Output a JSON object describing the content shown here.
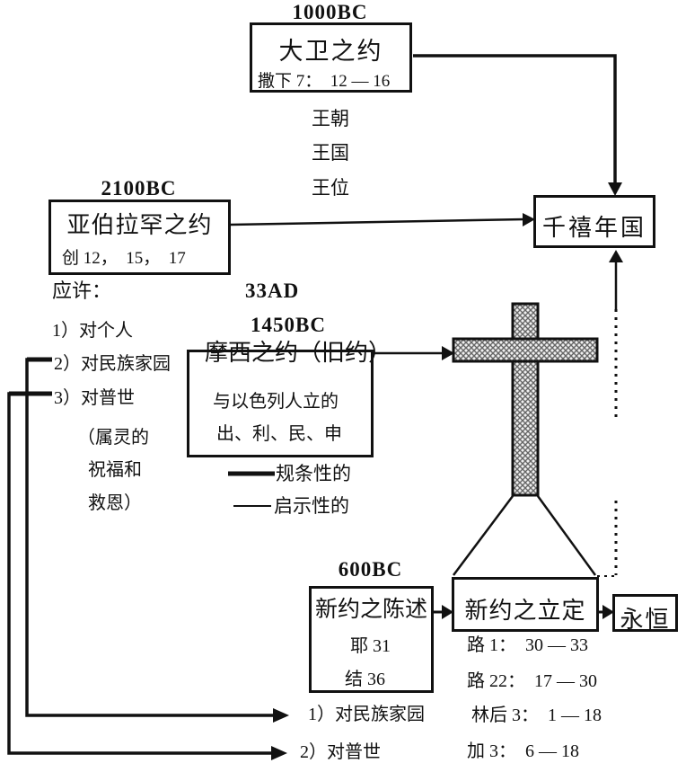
{
  "davidic": {
    "date": "1000BC",
    "title": "大卫之约",
    "ref": "撒下 7：  12 — 16"
  },
  "kingdom_terms": [
    "王朝",
    "王国",
    "王位"
  ],
  "abrahamic": {
    "date": "2100BC",
    "title": "亚伯拉罕之约",
    "ref": "创 12，  15，  17"
  },
  "promises": {
    "heading": "应许：",
    "items": [
      "1）对个人",
      "2）对民族家园",
      "3）对普世"
    ],
    "notes": [
      "（属灵的",
      "祝福和",
      "救恩）"
    ]
  },
  "mid_dates": {
    "ad": "33AD",
    "bc": "1450BC"
  },
  "mosaic": {
    "title": "摩西之约（旧约）",
    "line1": "与以色列人立的",
    "line2": "出、利、民、申"
  },
  "legend": {
    "thick_label": "规条性的",
    "thin_label": "启示性的"
  },
  "millennial": {
    "title": "千禧年国"
  },
  "stated": {
    "date": "600BC",
    "title": "新约之陈述",
    "ref1": "耶 31",
    "ref2": "结 36"
  },
  "established": {
    "title": "新约之立定",
    "ref1": "路 1：  30 — 33",
    "ref2": "路 22：  17 — 30"
  },
  "eternity": {
    "title": "永恒"
  },
  "bottom": {
    "arrow1_label": "1）对民族家园",
    "arrow1_ref": "林后 3：  1 — 18",
    "arrow2_label": "2）对普世",
    "arrow2_ref": "加 3：  6 — 18"
  },
  "colors": {
    "ink": "#111111",
    "hatch_fill": "#f0f0f0",
    "hatch_line": "#666666"
  }
}
